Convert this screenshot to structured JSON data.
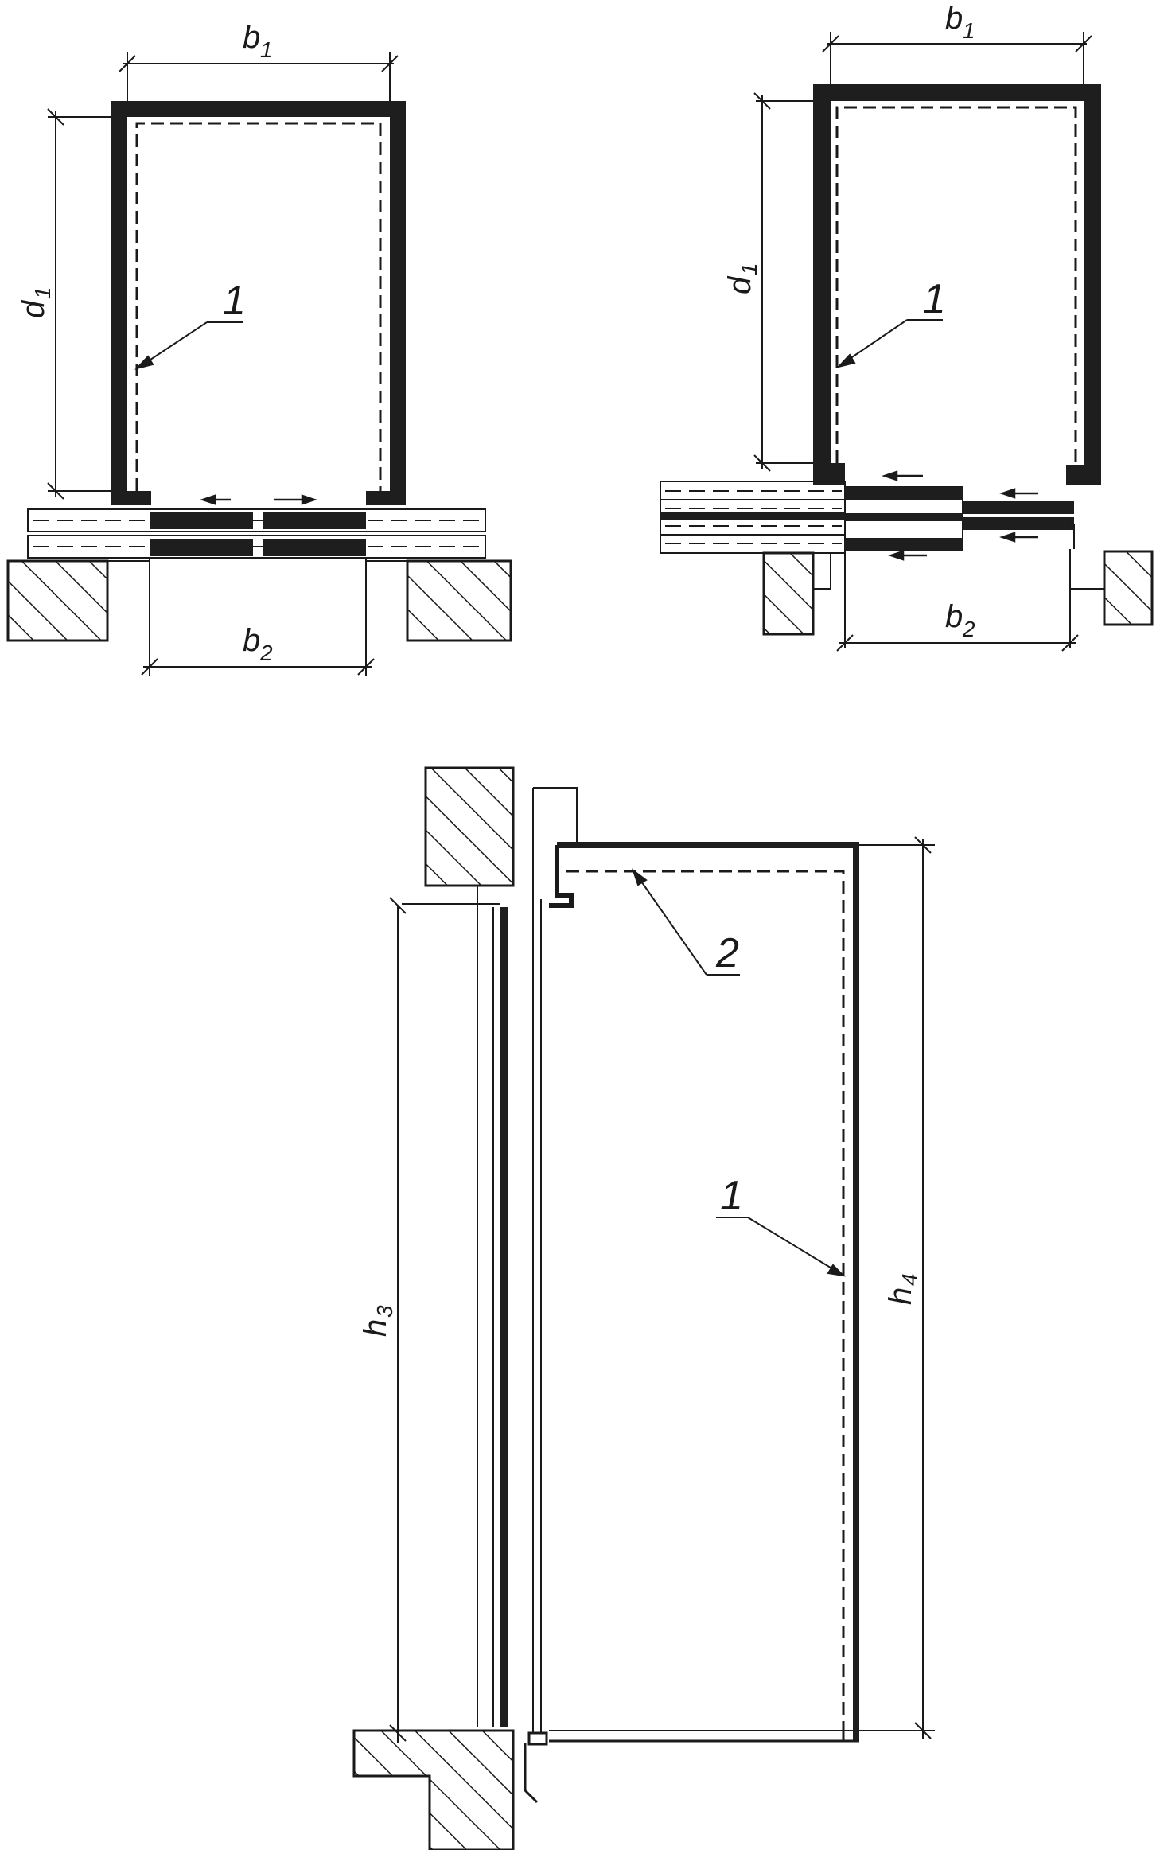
{
  "labels": {
    "b": "b",
    "d": "d",
    "h": "h",
    "sub_1": "1",
    "sub_2": "2",
    "sub_3": "3",
    "sub_4": "4",
    "ref_1": "1",
    "ref_2": "2"
  },
  "colors": {
    "line": "#1a1a1a",
    "wall_fill": "#1e1e1e",
    "background": "#ffffff"
  }
}
